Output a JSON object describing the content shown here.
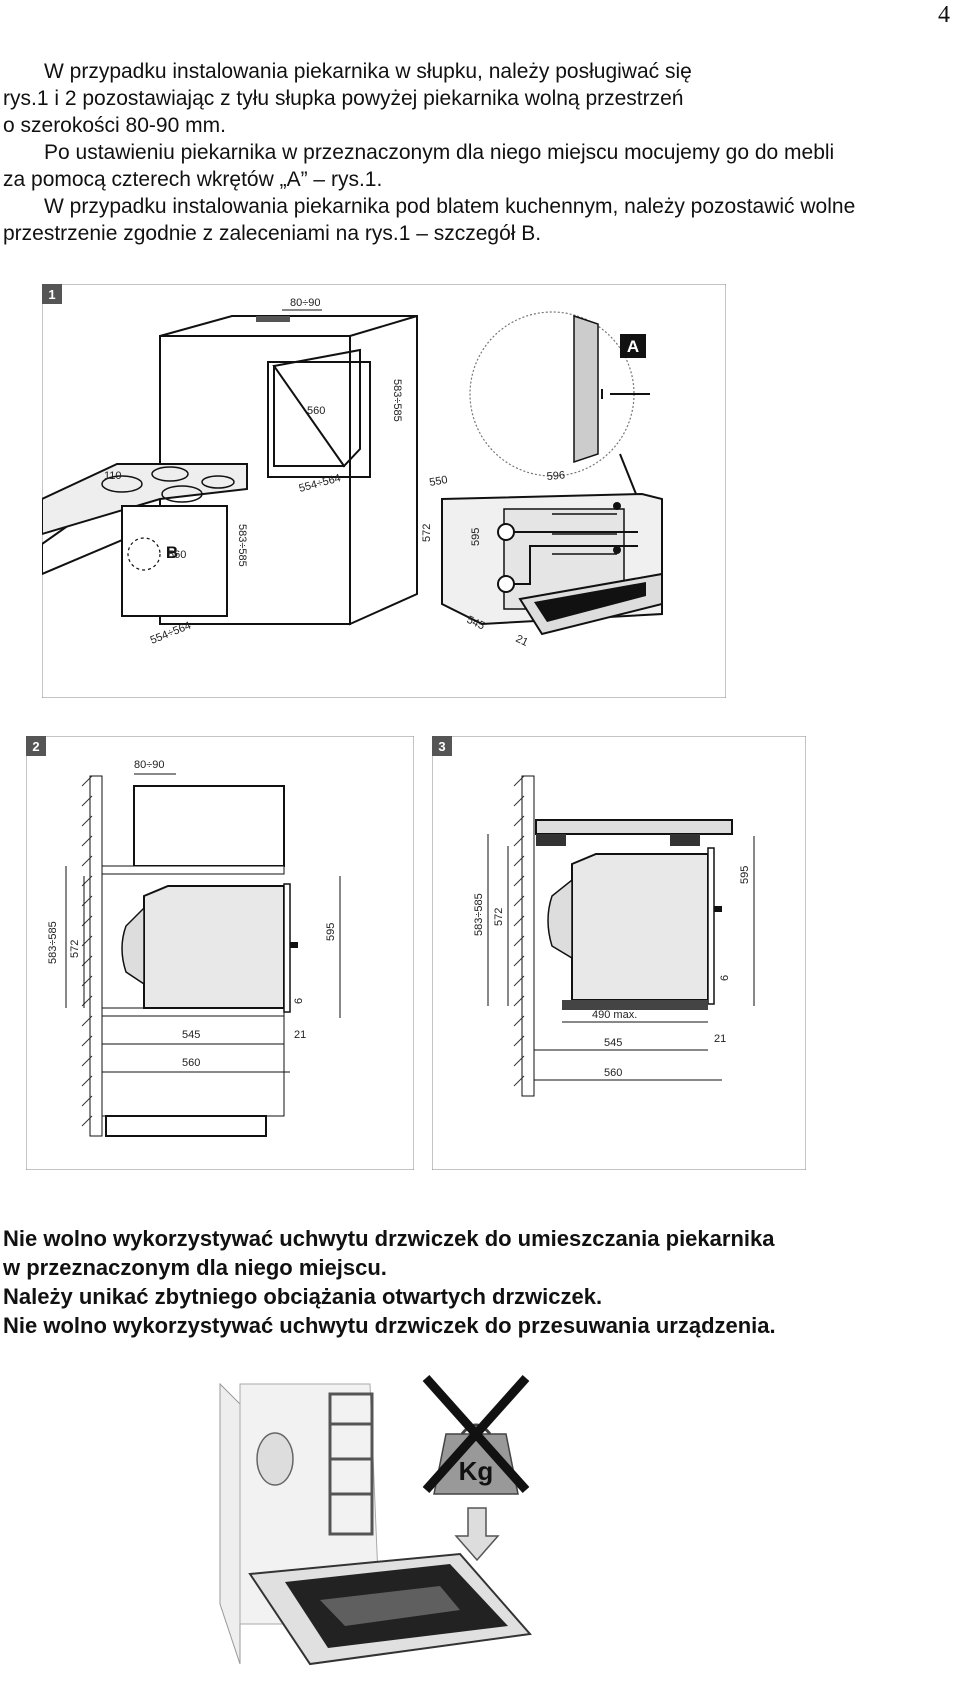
{
  "page_number": "4",
  "intro": {
    "p1_line1": "W przypadku instalowania piekarnika w słupku, należy posługiwać się",
    "p1_line2": "rys.1 i 2  pozostawiając z tyłu słupka powyżej piekarnika wolną przestrzeń",
    "p1_line3": "o szerokości 80-90 mm.",
    "p2_line1": "Po ustawieniu piekarnika w przeznaczonym dla niego miejscu mocujemy go do mebli",
    "p2_line2": "za pomocą czterech wkrętów „A” – rys.1.",
    "p3_line1": "W przypadku instalowania piekarnika pod blatem kuchennym, należy pozostawić wolne",
    "p3_line2": "przestrzenie zgodnie z zaleceniami na rys.1 – szczegół B."
  },
  "figure1": {
    "badge": "1",
    "callout_a": "A",
    "callout_b": "B",
    "dims": {
      "gap_top": "80÷90",
      "niche_width_column": "560",
      "niche_height_column": "583÷585",
      "niche_depth_column": "554÷564",
      "counter_gap": "110",
      "niche_height_counter": "583÷585",
      "niche_width_counter": "560",
      "niche_depth_counter": "554÷564",
      "oven_depth": "550",
      "oven_width": "596",
      "oven_inner_height": "572",
      "oven_height": "595",
      "oven_body_depth": "545",
      "door_thickness": "21"
    }
  },
  "figure2": {
    "badge": "2",
    "dims": {
      "gap_top": "80÷90",
      "niche_height": "583÷585",
      "inner_height": "572",
      "oven_height": "595",
      "offset": "6",
      "body_depth": "545",
      "door": "21",
      "niche_depth": "560"
    }
  },
  "figure3": {
    "badge": "3",
    "dims": {
      "niche_height": "583÷585",
      "inner_height": "572",
      "oven_height": "595",
      "offset": "6",
      "base_max": "490 max.",
      "body_depth": "545",
      "door": "21",
      "niche_depth": "560"
    }
  },
  "warnings": {
    "line1": "Nie wolno wykorzystywać uchwytu drzwiczek do umieszczania piekarnika",
    "line2": "w przeznaczonym dla niego miejscu.",
    "line3": "Należy unikać zbytniego obciążania otwartych drzwiczek.",
    "line4": "Nie wolno wykorzystywać uchwytu drzwiczek do przesuwania urządzenia."
  },
  "figure4": {
    "weight_label": "Kg"
  },
  "icons": {
    "crossed_weight": "no-weight-icon",
    "down_arrow": "down-arrow-icon"
  }
}
